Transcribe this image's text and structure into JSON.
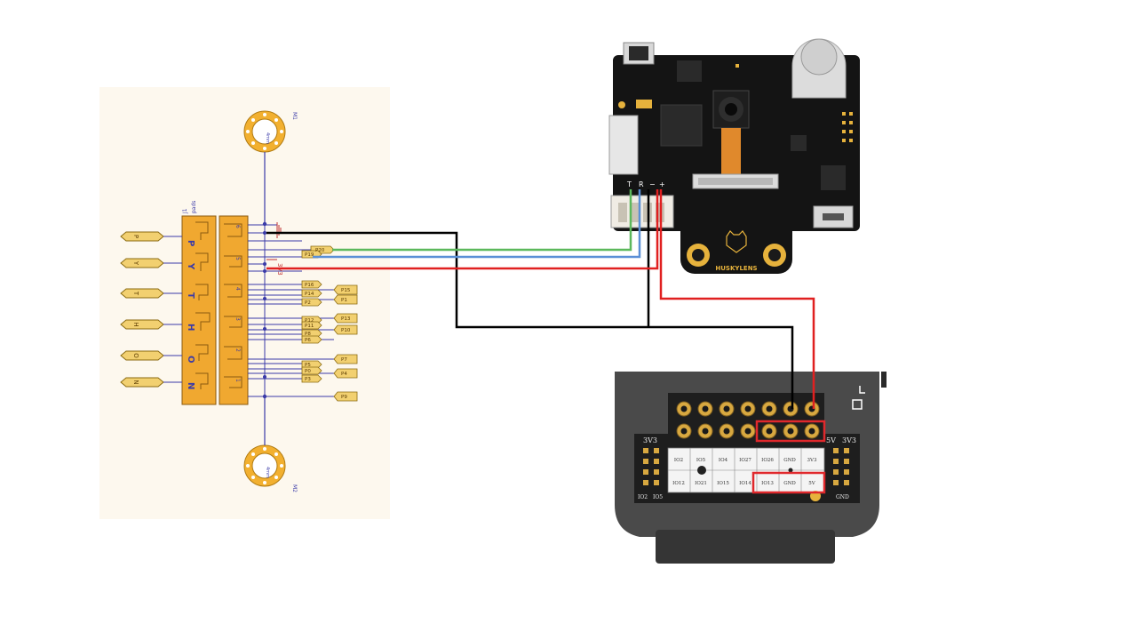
{
  "schematic": {
    "ref": "J1",
    "value": "pads",
    "pin_letters": [
      "P",
      "Y",
      "T",
      "H",
      "O",
      "N"
    ],
    "flag_labels": [
      "P",
      "Y",
      "T",
      "H",
      "O",
      "N"
    ],
    "pin_numbers": [
      "6",
      "5",
      "4",
      "3",
      "2",
      "1"
    ],
    "mount_holes": [
      {
        "ref": "M1",
        "text": "4mm"
      },
      {
        "ref": "M2",
        "text": "4mm"
      }
    ],
    "power_label": "3V3",
    "net_tags_left": [
      "P20",
      "P19",
      "P16",
      "P14",
      "P2",
      "P12",
      "P11",
      "P8",
      "P6",
      "P5",
      "P0",
      "P3"
    ],
    "net_tags_right": [
      "P15",
      "P1",
      "P13",
      "P10",
      "P7",
      "P4",
      "P9"
    ]
  },
  "huskylens": {
    "brand": "HUSKYLENS",
    "pin_labels": [
      "T",
      "R",
      "−",
      "+"
    ]
  },
  "expansion_board": {
    "left_label": "3V3",
    "right_labels": [
      "5V",
      "3V3"
    ],
    "bottom_left_labels": [
      "IO2",
      "IO5"
    ],
    "bottom_right_label": "GND",
    "grid_row1": [
      "IO2",
      "IO5",
      "IO4",
      "IO27",
      "IO26",
      "GND",
      "3V3"
    ],
    "grid_row2": [
      "IO12",
      "IO21",
      "IO15",
      "IO14",
      "IO13",
      "GND",
      "5V"
    ]
  },
  "colors": {
    "wire_black": "#000000",
    "wire_green": "#5cb85c",
    "wire_blue": "#5a8fd6",
    "wire_red": "#e02020",
    "highlight": "#e0282c",
    "pcb_orange": "#f0a830",
    "schematic_bg": "#fdf8ee",
    "net_blue": "#3a3aa8"
  }
}
